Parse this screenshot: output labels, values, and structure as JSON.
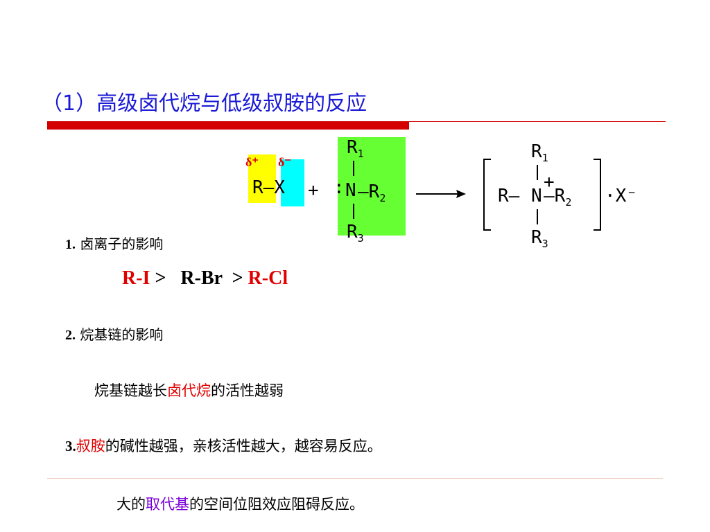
{
  "title": "（1）高级卤代烷与低级叔胺的反应",
  "reaction": {
    "delta_plus": "δ⁺",
    "delta_minus": "δ⁻",
    "haloalkane": "R—X",
    "plus": "+",
    "colon": ":",
    "amine": {
      "r1": "R",
      "r1_sub": "1",
      "n": "N",
      "bond_right": "—R",
      "r2_sub": "2",
      "r3": "R",
      "r3_sub": "3"
    },
    "product": {
      "r1": "R",
      "r1_sub": "1",
      "left": "R—",
      "n": "N",
      "charge": "+",
      "bond_right": "—R",
      "r2_sub": "2",
      "r3": "R",
      "r3_sub": "3",
      "anion": "·X⁻"
    }
  },
  "sections": {
    "s1_num": "1.",
    "s1_text": " 卤离子的影响",
    "order": {
      "ri": "R-I",
      "gt1": " >   ",
      "rbr": "R-Br",
      "gt2": "  > ",
      "rcl": "R-Cl"
    },
    "s2_num": "2.",
    "s2_text": " 烷基链的影响",
    "s2_body_a": "烷基链越长",
    "s2_body_red": "卤代烷",
    "s2_body_b": "的活性越弱",
    "s3_num": "3.",
    "s3_red": "叔胺",
    "s3_text": "的碱性越强，亲核活性越大，越容易反应。",
    "s4_a": "大的",
    "s4_purple": "取代基",
    "s4_b": "的空间位阻效应阻碍反应。"
  },
  "colors": {
    "title": "#1a1ad6",
    "rule": "#d40000",
    "yellow": "#ffff00",
    "cyan": "#00ffff",
    "green": "#66ff33",
    "red": "#e00000",
    "purple": "#7a00d9"
  }
}
